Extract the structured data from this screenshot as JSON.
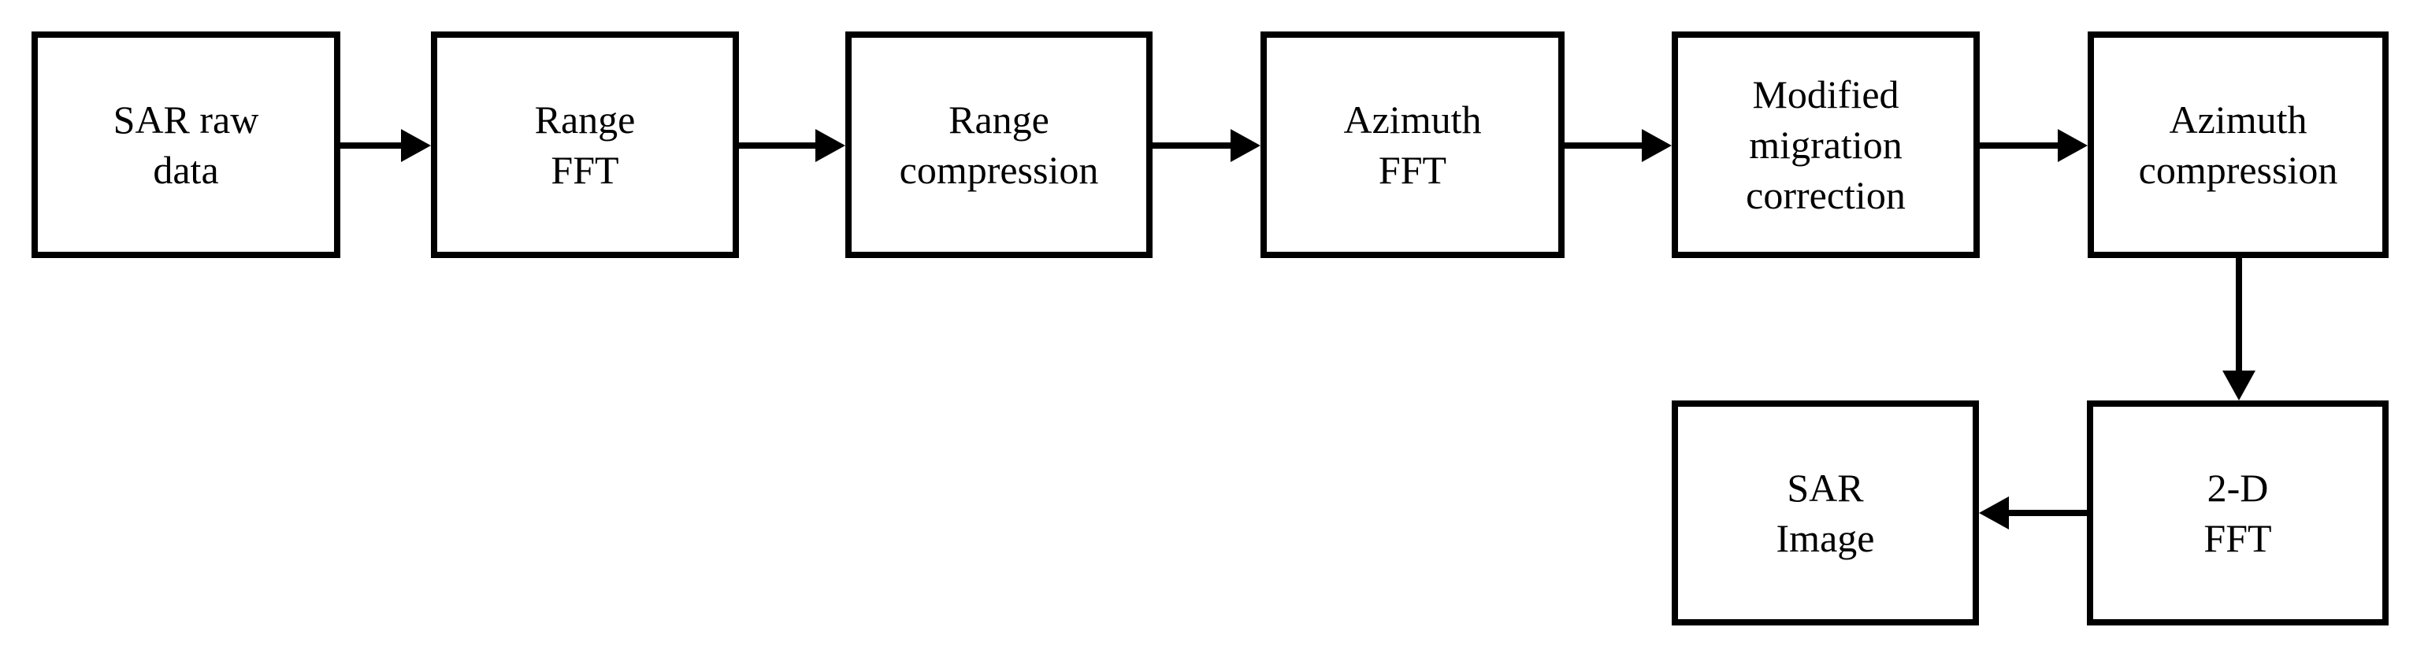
{
  "diagram": {
    "background_color": "#ffffff",
    "line_color": "#000000",
    "text_color": "#000000"
  },
  "nodes": [
    {
      "id": "sar-raw-data",
      "lines": [
        "SAR raw",
        "data"
      ]
    },
    {
      "id": "range-fft",
      "lines": [
        "Range",
        "FFT"
      ]
    },
    {
      "id": "range-compression",
      "lines": [
        "Range",
        "compression"
      ]
    },
    {
      "id": "azimuth-fft",
      "lines": [
        "Azimuth",
        "FFT"
      ]
    },
    {
      "id": "modified-migration-correction",
      "lines": [
        "Modified",
        "migration",
        "correction"
      ]
    },
    {
      "id": "azimuth-compression",
      "lines": [
        "Azimuth",
        "compression"
      ]
    },
    {
      "id": "sar-image",
      "lines": [
        "SAR",
        "Image"
      ]
    },
    {
      "id": "two-d-fft",
      "lines": [
        "2-D",
        "FFT"
      ]
    }
  ],
  "edges": [
    {
      "from": "sar-raw-data",
      "to": "range-fft",
      "direction": "right"
    },
    {
      "from": "range-fft",
      "to": "range-compression",
      "direction": "right"
    },
    {
      "from": "range-compression",
      "to": "azimuth-fft",
      "direction": "right"
    },
    {
      "from": "azimuth-fft",
      "to": "modified-migration-correction",
      "direction": "right"
    },
    {
      "from": "modified-migration-correction",
      "to": "azimuth-compression",
      "direction": "right"
    },
    {
      "from": "azimuth-compression",
      "to": "two-d-fft",
      "direction": "down"
    },
    {
      "from": "two-d-fft",
      "to": "sar-image",
      "direction": "left"
    }
  ]
}
